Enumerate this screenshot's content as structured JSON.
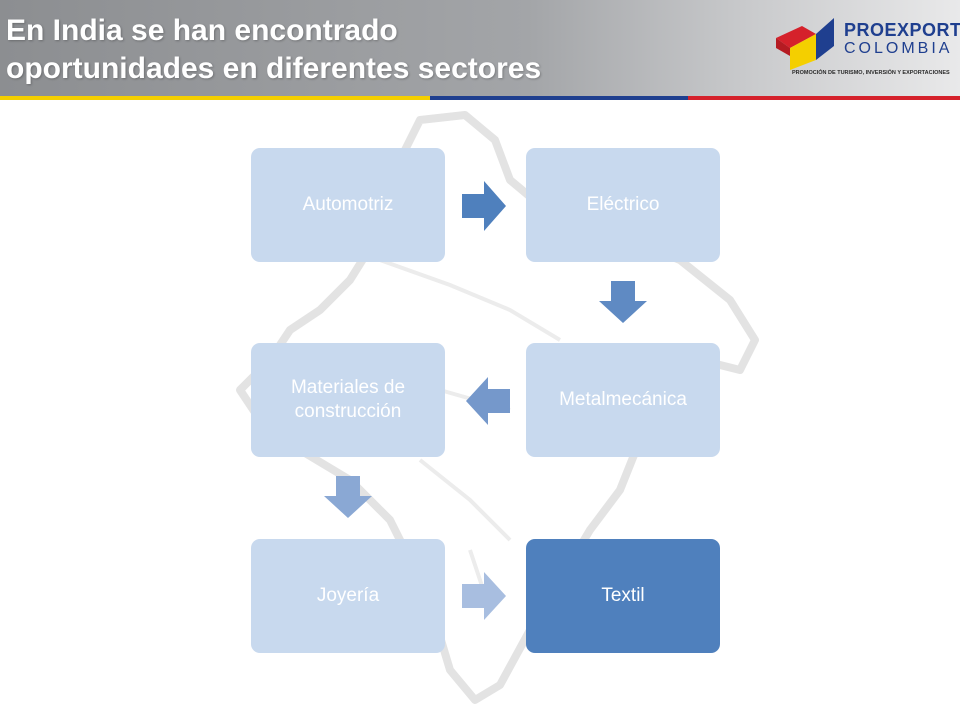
{
  "header": {
    "title_line1": "En India se han encontrado",
    "title_line2": "oportunidades en diferentes sectores"
  },
  "logo": {
    "name_line1": "PROEXPORT",
    "name_line2": "COLOMBIA",
    "tagline": "PROMOCIÓN DE TURISMO, INVERSIÓN Y EXPORTACIONES"
  },
  "flow": {
    "nodes": [
      {
        "id": "automotriz",
        "label": "Automotriz"
      },
      {
        "id": "electrico",
        "label": "Eléctrico"
      },
      {
        "id": "metalmecanica",
        "label": "Metalmecánica"
      },
      {
        "id": "materiales",
        "label": "Materiales de construcción"
      },
      {
        "id": "joyeria",
        "label": "Joyería"
      },
      {
        "id": "textil",
        "label": "Textil",
        "highlight": true
      }
    ]
  },
  "colors": {
    "node_light": "#c8d9ee",
    "node_dark": "#4f80bd",
    "arrow_1": "#4f80bd",
    "arrow_2": "#5f8ac3",
    "arrow_3": "#7598cb",
    "arrow_4": "#8aa8d4",
    "arrow_5": "#a8bee0",
    "stripe_yellow": "#f4cf00",
    "stripe_blue": "#1f3f8f",
    "stripe_red": "#d5212b"
  }
}
